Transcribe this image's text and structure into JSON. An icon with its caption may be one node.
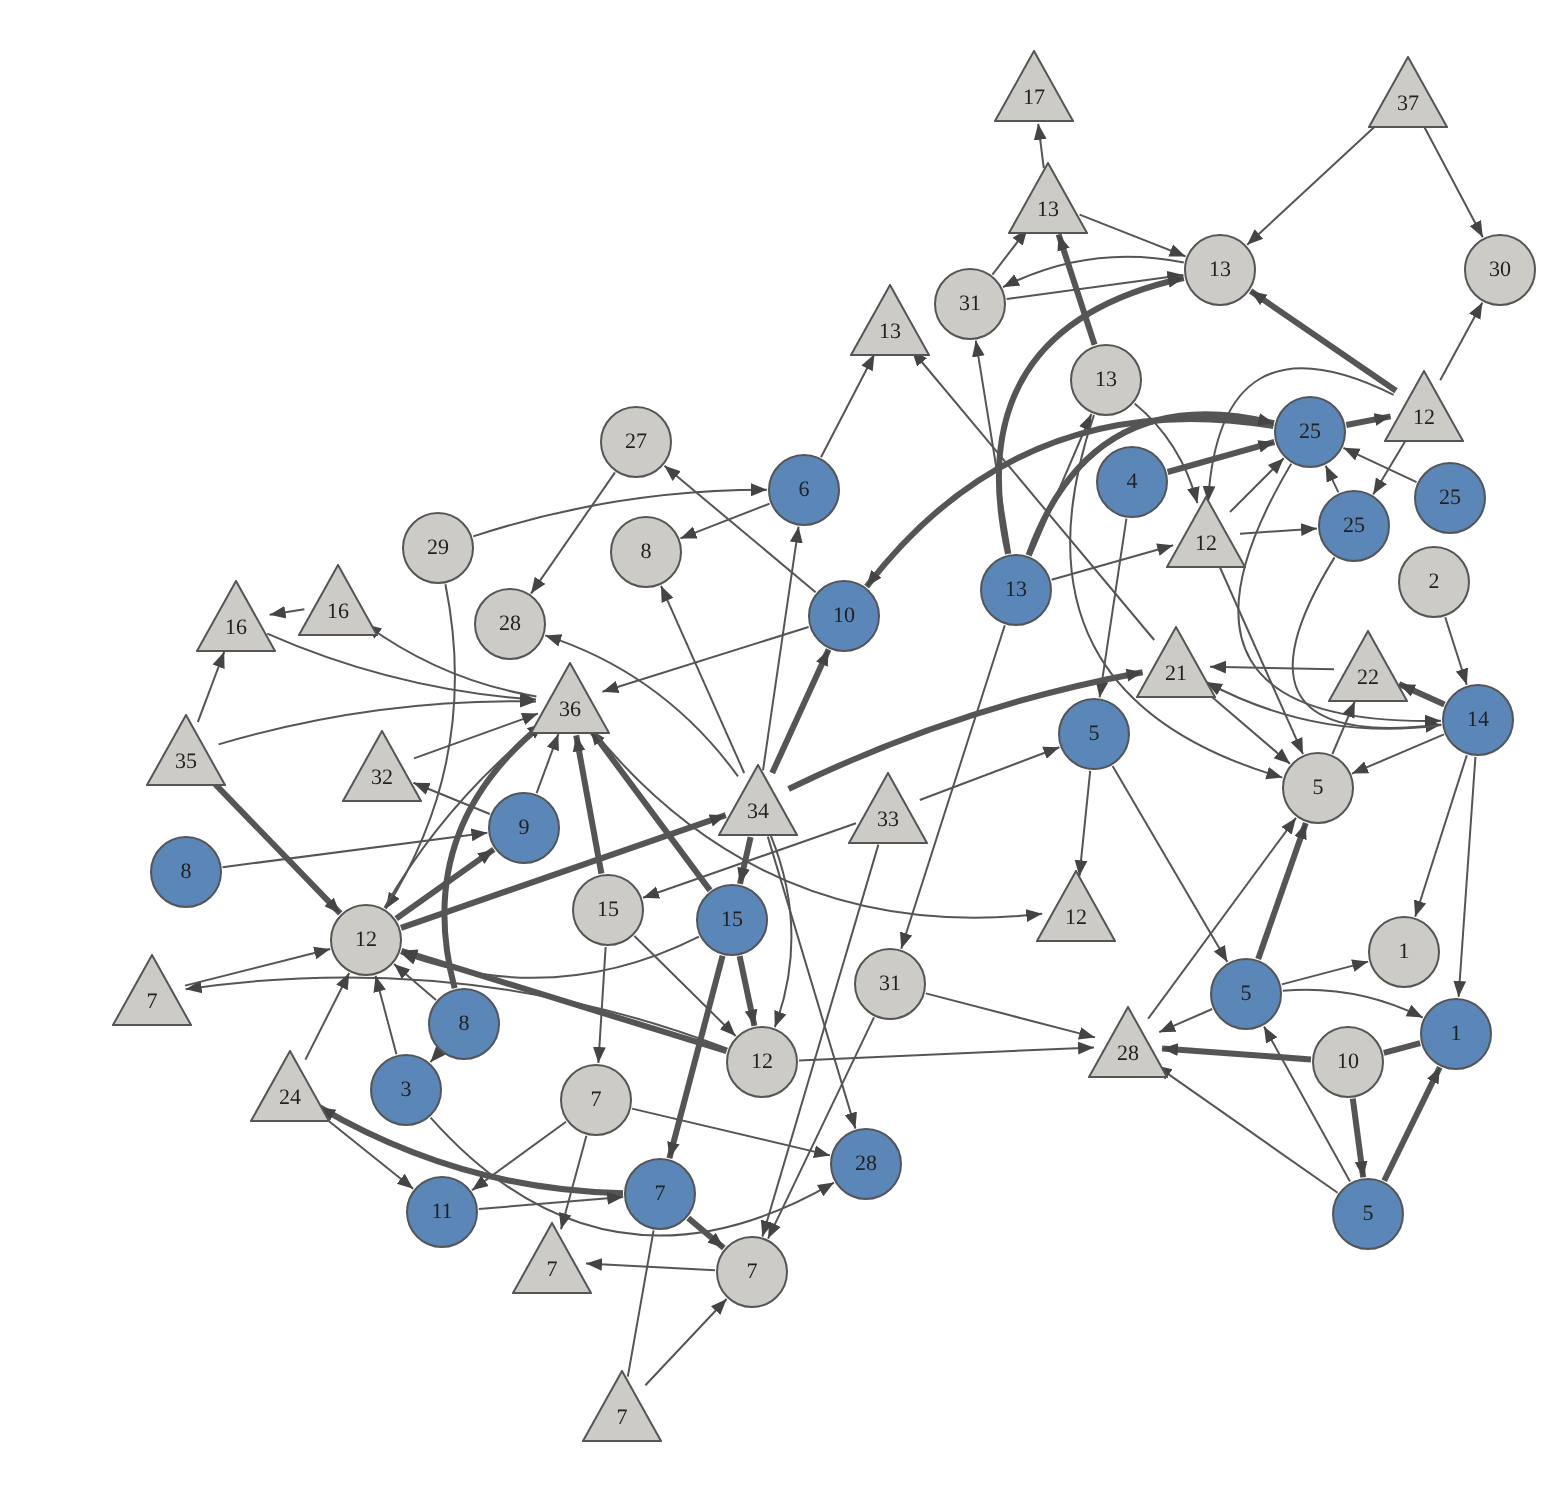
{
  "diagram": {
    "nodes": [
      {
        "text": [
          "17"
        ]
      },
      {
        "text": [
          "37"
        ]
      },
      {
        "text": [
          "13"
        ]
      },
      {
        "text": [
          "31"
        ]
      },
      {
        "text": [
          "13"
        ]
      },
      {
        "text": [
          "30"
        ]
      },
      {
        "text": [
          "13"
        ]
      },
      {
        "text": [
          "13"
        ]
      },
      {
        "text": [
          "27"
        ]
      },
      {
        "text": [
          "6"
        ]
      },
      {
        "text": [
          "4"
        ]
      },
      {
        "text": [
          "25"
        ]
      },
      {
        "text": [
          "12"
        ]
      },
      {
        "text": [
          "25"
        ]
      },
      {
        "text": [
          "29"
        ]
      },
      {
        "text": [
          "8"
        ]
      },
      {
        "text": [
          "12"
        ]
      },
      {
        "text": [
          "25"
        ]
      },
      {
        "text": [
          "16"
        ]
      },
      {
        "text": [
          "16"
        ]
      },
      {
        "text": [
          "28"
        ]
      },
      {
        "text": [
          "10"
        ]
      },
      {
        "text": [
          "13"
        ]
      },
      {
        "text": [
          "2"
        ]
      },
      {
        "text": [
          "21"
        ]
      },
      {
        "text": [
          "22"
        ]
      },
      {
        "text": [
          "36"
        ]
      },
      {
        "text": [
          "35"
        ]
      },
      {
        "text": [
          "32"
        ]
      },
      {
        "text": [
          "14"
        ]
      },
      {
        "text": [
          "5"
        ]
      },
      {
        "text": [
          "5"
        ]
      },
      {
        "text": [
          "34"
        ]
      },
      {
        "text": [
          "33"
        ]
      },
      {
        "text": [
          "8"
        ]
      },
      {
        "text": [
          "9"
        ]
      },
      {
        "text": [
          "12"
        ]
      },
      {
        "text": [
          "15"
        ]
      },
      {
        "text": [
          "15"
        ]
      },
      {
        "text": [
          "12"
        ]
      },
      {
        "text": [
          "31"
        ]
      },
      {
        "text": [
          "1"
        ]
      },
      {
        "text": [
          "7"
        ]
      },
      {
        "text": [
          "5"
        ]
      },
      {
        "text": [
          "8"
        ]
      },
      {
        "text": [
          "12"
        ]
      },
      {
        "text": [
          "28"
        ]
      },
      {
        "text": [
          "10"
        ]
      },
      {
        "text": [
          "1"
        ]
      },
      {
        "text": [
          "3"
        ]
      },
      {
        "text": [
          "24"
        ]
      },
      {
        "text": [
          "7"
        ]
      },
      {
        "text": [
          "28"
        ]
      },
      {
        "text": [
          "11"
        ]
      },
      {
        "text": [
          "7"
        ]
      },
      {
        "text": [
          "5"
        ]
      },
      {
        "text": [
          "7"
        ]
      },
      {
        "text": [
          "7"
        ]
      },
      {
        "text": [
          "7"
        ]
      }
    ],
    "edges": [
      {
        "from": 2,
        "to": 0,
        "arrow": "to"
      },
      {
        "from": 1,
        "to": 4,
        "arrow": "to"
      },
      {
        "from": 1,
        "to": 5,
        "arrow": "to"
      },
      {
        "from": 2,
        "to": 4,
        "arrow": "to"
      },
      {
        "from": 3,
        "to": 2,
        "arrow": "to"
      },
      {
        "from": 3,
        "to": 4,
        "arrow": "to"
      },
      {
        "from": 4,
        "to": 3,
        "arrow": "to"
      },
      {
        "from": 7,
        "to": 2,
        "arrow": "to",
        "style": "thick"
      },
      {
        "from": 12,
        "to": 4,
        "arrow": "to",
        "style": "thick"
      },
      {
        "from": 12,
        "to": 5,
        "arrow": "to"
      },
      {
        "from": 9,
        "to": 6,
        "arrow": "to"
      },
      {
        "from": 9,
        "to": 15,
        "arrow": "to"
      },
      {
        "from": 14,
        "to": 9,
        "arrow": "to"
      },
      {
        "from": 21,
        "to": 8,
        "arrow": "to"
      },
      {
        "from": 8,
        "to": 20,
        "arrow": "to"
      },
      {
        "from": 11,
        "to": 21,
        "arrow": "to",
        "style": "thick"
      },
      {
        "from": 22,
        "to": 3,
        "arrow": "to"
      },
      {
        "from": 22,
        "to": 4,
        "arrow": "to",
        "style": "thick"
      },
      {
        "from": 22,
        "to": 7,
        "arrow": "to"
      },
      {
        "from": 22,
        "to": 11,
        "arrow": "to",
        "style": "thick"
      },
      {
        "from": 22,
        "to": 16,
        "arrow": "to"
      },
      {
        "from": 22,
        "to": 40,
        "arrow": "to"
      },
      {
        "from": 10,
        "to": 11,
        "arrow": "to",
        "style": "thick"
      },
      {
        "from": 10,
        "to": 30,
        "arrow": "to"
      },
      {
        "from": 24,
        "to": 6,
        "arrow": "to"
      },
      {
        "from": 7,
        "to": 31,
        "arrow": "to"
      },
      {
        "from": 7,
        "to": 16,
        "arrow": "to"
      },
      {
        "from": 11,
        "to": 12,
        "arrow": "to",
        "style": "thick"
      },
      {
        "from": 13,
        "to": 11,
        "arrow": "to"
      },
      {
        "from": 17,
        "to": 11,
        "arrow": "to"
      },
      {
        "from": 16,
        "to": 11,
        "arrow": "to"
      },
      {
        "from": 16,
        "to": 17,
        "arrow": "to"
      },
      {
        "from": 12,
        "to": 17,
        "arrow": "to"
      },
      {
        "from": 12,
        "to": 16,
        "arrow": "to"
      },
      {
        "from": 23,
        "to": 29,
        "arrow": "to"
      },
      {
        "from": 17,
        "to": 29,
        "arrow": "to"
      },
      {
        "from": 11,
        "to": 29,
        "arrow": "to"
      },
      {
        "from": 25,
        "to": 24,
        "arrow": "to"
      },
      {
        "from": 29,
        "to": 25,
        "arrow": "to",
        "style": "thick"
      },
      {
        "from": 29,
        "to": 24,
        "arrow": "to"
      },
      {
        "from": 29,
        "to": 31,
        "arrow": "to"
      },
      {
        "from": 29,
        "to": 41,
        "arrow": "to"
      },
      {
        "from": 29,
        "to": 48,
        "arrow": "to"
      },
      {
        "from": 24,
        "to": 31,
        "arrow": "to"
      },
      {
        "from": 16,
        "to": 31,
        "arrow": "to"
      },
      {
        "from": 31,
        "to": 25,
        "arrow": "to"
      },
      {
        "from": 32,
        "to": 24,
        "arrow": "to",
        "style": "thick"
      },
      {
        "from": 30,
        "to": 36,
        "arrow": "to"
      },
      {
        "from": 30,
        "to": 43,
        "arrow": "to"
      },
      {
        "from": 33,
        "to": 30,
        "arrow": "to"
      },
      {
        "from": 43,
        "to": 31,
        "arrow": "to",
        "style": "thick"
      },
      {
        "from": 43,
        "to": 41,
        "arrow": "to"
      },
      {
        "from": 43,
        "to": 48,
        "arrow": "to"
      },
      {
        "from": 43,
        "to": 46,
        "arrow": "to"
      },
      {
        "from": 47,
        "to": 48,
        "arrow": "none",
        "style": "thick"
      },
      {
        "from": 47,
        "to": 55,
        "arrow": "to",
        "style": "thick"
      },
      {
        "from": 55,
        "to": 48,
        "arrow": "to",
        "style": "thick"
      },
      {
        "from": 55,
        "to": 43,
        "arrow": "to"
      },
      {
        "from": 55,
        "to": 46,
        "arrow": "to"
      },
      {
        "from": 47,
        "to": 46,
        "arrow": "to",
        "style": "thick"
      },
      {
        "from": 46,
        "to": 31,
        "arrow": "to"
      },
      {
        "from": 40,
        "to": 46,
        "arrow": "to"
      },
      {
        "from": 45,
        "to": 46,
        "arrow": "to"
      },
      {
        "from": 45,
        "to": 42,
        "arrow": "to"
      },
      {
        "from": 42,
        "to": 39,
        "arrow": "to"
      },
      {
        "from": 34,
        "to": 35,
        "arrow": "to"
      },
      {
        "from": 27,
        "to": 19,
        "arrow": "to"
      },
      {
        "from": 18,
        "to": 19,
        "arrow": "to"
      },
      {
        "from": 26,
        "to": 18,
        "arrow": "to"
      },
      {
        "from": 19,
        "to": 26,
        "arrow": "to"
      },
      {
        "from": 27,
        "to": 26,
        "arrow": "to"
      },
      {
        "from": 27,
        "to": 39,
        "arrow": "to",
        "style": "thick"
      },
      {
        "from": 14,
        "to": 39,
        "arrow": "to"
      },
      {
        "from": 28,
        "to": 26,
        "arrow": "to"
      },
      {
        "from": 35,
        "to": 28,
        "arrow": "to"
      },
      {
        "from": 35,
        "to": 26,
        "arrow": "to"
      },
      {
        "from": 32,
        "to": 20,
        "arrow": "to"
      },
      {
        "from": 21,
        "to": 26,
        "arrow": "to"
      },
      {
        "from": 32,
        "to": 21,
        "arrow": "to",
        "style": "thick"
      },
      {
        "from": 32,
        "to": 9,
        "arrow": "to"
      },
      {
        "from": 32,
        "to": 15,
        "arrow": "to"
      },
      {
        "from": 39,
        "to": 32,
        "arrow": "to",
        "style": "thick"
      },
      {
        "from": 39,
        "to": 35,
        "arrow": "to",
        "style": "thick"
      },
      {
        "from": 39,
        "to": 26,
        "arrow": "to"
      },
      {
        "from": 37,
        "to": 26,
        "arrow": "to",
        "style": "thick"
      },
      {
        "from": 38,
        "to": 26,
        "arrow": "to",
        "style": "thick"
      },
      {
        "from": 38,
        "to": 45,
        "arrow": "to",
        "style": "thick"
      },
      {
        "from": 32,
        "to": 38,
        "arrow": "to",
        "style": "thick"
      },
      {
        "from": 32,
        "to": 52,
        "arrow": "to"
      },
      {
        "from": 32,
        "to": 45,
        "arrow": "to"
      },
      {
        "from": 33,
        "to": 37,
        "arrow": "to"
      },
      {
        "from": 33,
        "to": 57,
        "arrow": "to"
      },
      {
        "from": 26,
        "to": 36,
        "arrow": "to"
      },
      {
        "from": 45,
        "to": 39,
        "arrow": "to",
        "style": "thick"
      },
      {
        "from": 38,
        "to": 39,
        "arrow": "to"
      },
      {
        "from": 44,
        "to": 39,
        "arrow": "to"
      },
      {
        "from": 49,
        "to": 39,
        "arrow": "to"
      },
      {
        "from": 50,
        "to": 39,
        "arrow": "to"
      },
      {
        "from": 44,
        "to": 26,
        "arrow": "to",
        "style": "thick"
      },
      {
        "from": 44,
        "to": 49,
        "arrow": "to"
      },
      {
        "from": 49,
        "to": 52,
        "arrow": "to"
      },
      {
        "from": 50,
        "to": 53,
        "arrow": "to"
      },
      {
        "from": 54,
        "to": 50,
        "arrow": "to",
        "style": "thick"
      },
      {
        "from": 53,
        "to": 54,
        "arrow": "to"
      },
      {
        "from": 51,
        "to": 53,
        "arrow": "to"
      },
      {
        "from": 37,
        "to": 51,
        "arrow": "to"
      },
      {
        "from": 38,
        "to": 54,
        "arrow": "to",
        "style": "thick"
      },
      {
        "from": 54,
        "to": 57,
        "arrow": "to",
        "style": "thick"
      },
      {
        "from": 58,
        "to": 57,
        "arrow": "to"
      },
      {
        "from": 54,
        "to": 58,
        "arrow": "none"
      },
      {
        "from": 57,
        "to": 56,
        "arrow": "to"
      },
      {
        "from": 51,
        "to": 56,
        "arrow": "to"
      },
      {
        "from": 40,
        "to": 57,
        "arrow": "to"
      },
      {
        "from": 51,
        "to": 52,
        "arrow": "to"
      },
      {
        "from": 37,
        "to": 45,
        "arrow": "to"
      }
    ]
  }
}
